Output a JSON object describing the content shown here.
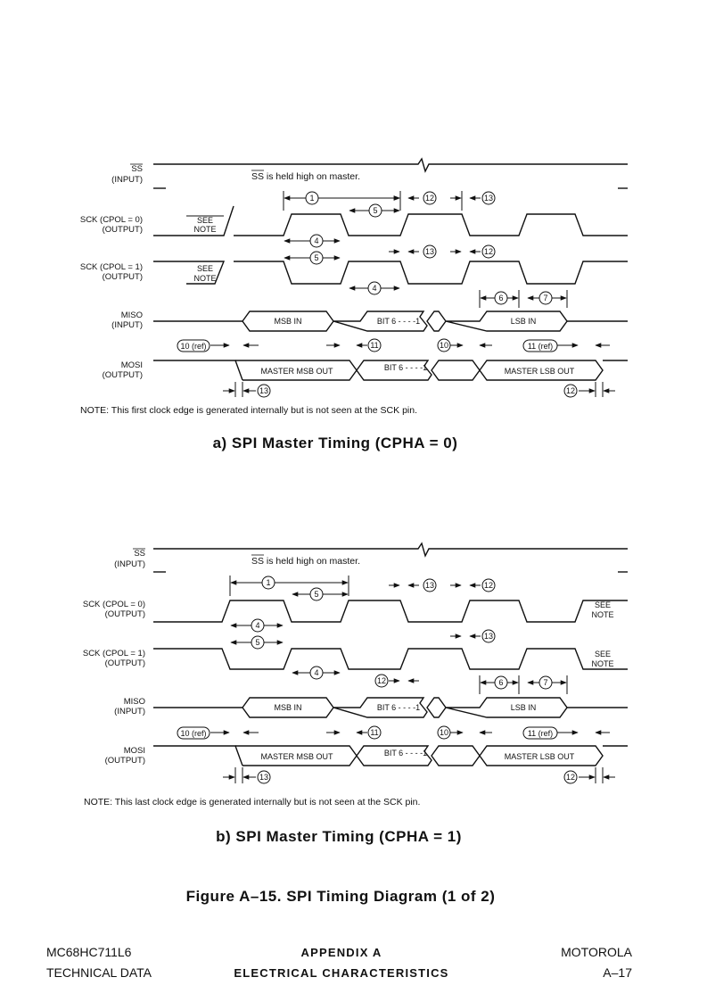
{
  "diagram_a": {
    "labels": {
      "ss": "SS",
      "ss_sub": "(INPUT)",
      "sck0": "SCK (CPOL = 0)",
      "sck0_sub": "(OUTPUT)",
      "sck1": "SCK (CPOL = 1)",
      "sck1_sub": "(OUTPUT)",
      "miso": "MISO",
      "miso_sub": "(INPUT)",
      "mosi": "MOSI",
      "mosi_sub": "(OUTPUT)"
    },
    "ss_held": "SS is held high on master.",
    "see": "SEE",
    "note_word": "NOTE",
    "miso_msb": "MSB IN",
    "miso_mid": "BIT 6 - - - -1",
    "miso_lsb": "LSB IN",
    "mosi_msb": "MASTER MSB OUT",
    "mosi_mid": "BIT 6 - - - -1",
    "mosi_lsb": "MASTER LSB OUT",
    "ref10": "10 (ref)",
    "ref11": "11 (ref)",
    "note": "NOTE: This first clock edge is generated internally but is not seen at the SCK pin.",
    "caption": "a)  SPI Master Timing (CPHA = 0)"
  },
  "diagram_b": {
    "labels": {
      "ss": "SS",
      "ss_sub": "(INPUT)",
      "sck0": "SCK (CPOL = 0)",
      "sck0_sub": "(OUTPUT)",
      "sck1": "SCK (CPOL = 1)",
      "sck1_sub": "(OUTPUT)",
      "miso": "MISO",
      "miso_sub": "(INPUT)",
      "mosi": "MOSI",
      "mosi_sub": "(OUTPUT)"
    },
    "ss_held": "SS is held high on master.",
    "see": "SEE",
    "note_word": "NOTE",
    "miso_msb": "MSB IN",
    "miso_mid": "BIT 6 - - - -1",
    "miso_lsb": "LSB IN",
    "mosi_msb": "MASTER MSB OUT",
    "mosi_mid": "BIT 6 - - - -1",
    "mosi_lsb": "MASTER LSB OUT",
    "ref10": "10 (ref)",
    "ref11": "11 (ref)",
    "note": "NOTE: This last clock edge is generated internally but is not seen at the SCK pin.",
    "caption": "b)  SPI Master Timing (CPHA = 1)"
  },
  "numbers": [
    "1",
    "4",
    "5",
    "6",
    "7",
    "10",
    "11",
    "12",
    "13"
  ],
  "figure_title": "Figure A–15. SPI Timing Diagram (1 of 2)",
  "footer": {
    "left1": "MC68HC711L6",
    "left2": "TECHNICAL DATA",
    "center1": "APPENDIX A",
    "center2": "ELECTRICAL  CHARACTERISTICS",
    "right1": "MOTOROLA",
    "right2": "A–17"
  }
}
